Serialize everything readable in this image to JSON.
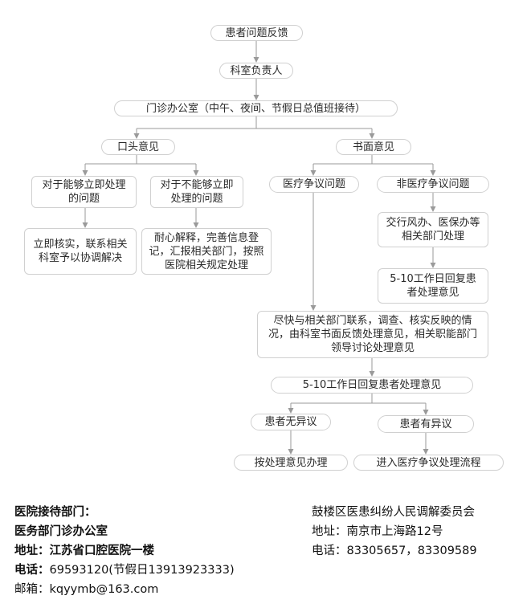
{
  "flow": {
    "feedback": "患者问题反馈",
    "dept_head": "科室负责人",
    "office": "门诊办公室（中午、夜间、节假日总值班接待）",
    "oral": "口头意见",
    "written": "书面意见",
    "oral_can": "对于能够立即处理的问题",
    "oral_cannot": "对于不能够立即处理的问题",
    "oral_can_action": "立即核实，联系相关科室予以协调解决",
    "oral_cannot_action": "耐心解释，完善信息登记，汇报相关部门，按照医院相关规定处理",
    "medical_dispute": "医疗争议问题",
    "non_medical_dispute": "非医疗争议问题",
    "non_medical_handle": "交行风办、医保办等相关部门处理",
    "non_medical_reply": "5-10工作日回复患者处理意见",
    "medical_process": "尽快与相关部门联系，调查、核实反映的情况，由科室书面反馈处理意见，相关职能部门领导讨论处理意见",
    "reply": "5-10工作日回复患者处理意见",
    "no_objection": "患者无异议",
    "objection": "患者有异议",
    "handle_by_opinion": "按处理意见办理",
    "enter_dispute_process": "进入医疗争议处理流程"
  },
  "contact_left": {
    "title": "医院接待部门：",
    "dept": "医务部门诊办公室",
    "address_label": "地址：",
    "address": "江苏省口腔医院一楼",
    "phone_label": "电话：",
    "phone": "69593120(节假日13913923333)",
    "email_label": "邮箱：",
    "email": "kqyymb@163.com"
  },
  "contact_right": {
    "org": "鼓楼区医患纠纷人民调解委员会",
    "address_label": "地址：",
    "address": "南京市上海路12号",
    "phone_label": "电话：",
    "phone": "83305657，83309589"
  },
  "colors": {
    "line": "#9a9a9a",
    "border": "#d0d0d0"
  }
}
